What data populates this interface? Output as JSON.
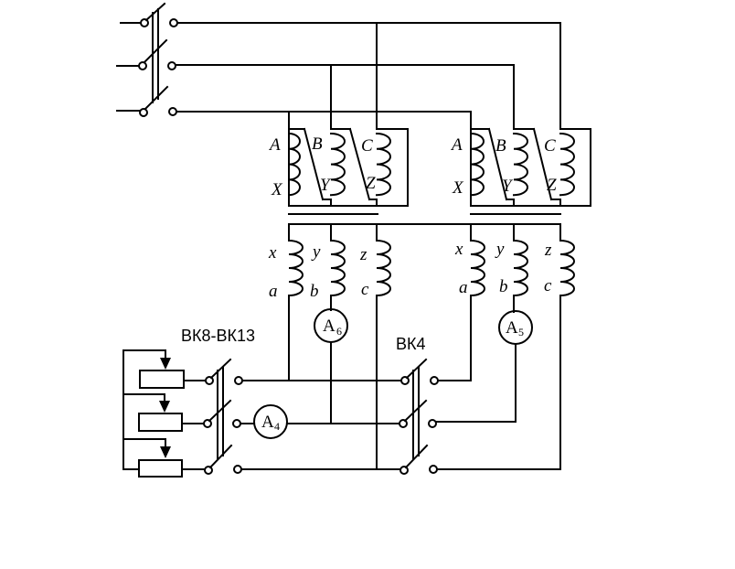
{
  "switches": {
    "left_group": "ВК8-ВК13",
    "right_group": "ВК4"
  },
  "meters": {
    "a4": {
      "main": "A",
      "sub": "4"
    },
    "a5": {
      "main": "A",
      "sub": "5"
    },
    "a6": {
      "main": "A",
      "sub": "6"
    }
  },
  "transformer1": {
    "primary": {
      "A": "A",
      "B": "B",
      "C": "C",
      "X": "X",
      "Y": "Y",
      "Z": "Z"
    },
    "secondary": {
      "x": "x",
      "y": "y",
      "z": "z",
      "a": "a",
      "b": "b",
      "c": "c"
    }
  },
  "transformer2": {
    "primary": {
      "A": "A",
      "B": "B",
      "C": "C",
      "X": "X",
      "Y": "Y",
      "Z": "Z"
    },
    "secondary": {
      "x": "x",
      "y": "y",
      "z": "z",
      "a": "a",
      "b": "b",
      "c": "c"
    }
  }
}
